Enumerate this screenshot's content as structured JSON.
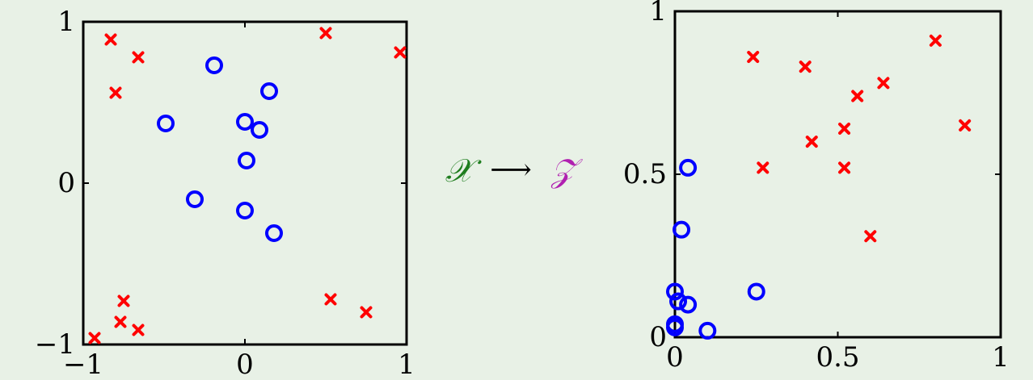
{
  "colors": {
    "background": "#e8f1e6",
    "circle_series": "#0000ff",
    "cross_series": "#ff0000",
    "x_label": "#1e7d1e",
    "z_label": "#b020b0"
  },
  "mapping": {
    "from_label": "𝒳",
    "arrow": "⟶",
    "to_label": "𝒵"
  },
  "chart_data": [
    {
      "type": "scatter",
      "title": "",
      "xlabel": "",
      "ylabel": "",
      "xlim": [
        -1,
        1
      ],
      "ylim": [
        -1,
        1
      ],
      "grid": false,
      "x_ticks": [
        -1,
        0,
        1
      ],
      "y_ticks": [
        -1,
        0,
        1
      ],
      "x_tick_labels": [
        "−1",
        "0",
        "1"
      ],
      "y_tick_labels": [
        "−1",
        "0",
        "1"
      ],
      "series": [
        {
          "marker": "circle",
          "color": "#0000ff",
          "points": [
            [
              -0.19,
              0.73
            ],
            [
              0.15,
              0.57
            ],
            [
              -0.49,
              0.37
            ],
            [
              0.0,
              0.38
            ],
            [
              0.09,
              0.33
            ],
            [
              0.01,
              0.14
            ],
            [
              -0.31,
              -0.1
            ],
            [
              0.0,
              -0.17
            ],
            [
              0.18,
              -0.31
            ]
          ]
        },
        {
          "marker": "cross",
          "color": "#ff0000",
          "points": [
            [
              -0.83,
              0.89
            ],
            [
              -0.66,
              0.78
            ],
            [
              -0.8,
              0.56
            ],
            [
              0.5,
              0.93
            ],
            [
              0.96,
              0.81
            ],
            [
              -0.75,
              -0.73
            ],
            [
              -0.77,
              -0.86
            ],
            [
              -0.66,
              -0.91
            ],
            [
              -0.93,
              -0.96
            ],
            [
              0.53,
              -0.72
            ],
            [
              0.75,
              -0.8
            ]
          ]
        }
      ]
    },
    {
      "type": "scatter",
      "title": "",
      "xlabel": "",
      "ylabel": "",
      "xlim": [
        0,
        1
      ],
      "ylim": [
        0,
        1
      ],
      "grid": false,
      "x_ticks": [
        0,
        0.5,
        1
      ],
      "y_ticks": [
        0,
        0.5,
        1
      ],
      "x_tick_labels": [
        "0",
        "0.5",
        "1"
      ],
      "y_tick_labels": [
        "0",
        "0.5",
        "1"
      ],
      "series": [
        {
          "marker": "circle",
          "color": "#0000ff",
          "points": [
            [
              0.04,
              0.52
            ],
            [
              0.02,
              0.33
            ],
            [
              0.25,
              0.14
            ],
            [
              0.0,
              0.14
            ],
            [
              0.01,
              0.11
            ],
            [
              0.04,
              0.1
            ],
            [
              0.0,
              0.04
            ],
            [
              0.0,
              0.03
            ],
            [
              0.1,
              0.02
            ]
          ]
        },
        {
          "marker": "cross",
          "color": "#ff0000",
          "points": [
            [
              0.8,
              0.91
            ],
            [
              0.24,
              0.86
            ],
            [
              0.4,
              0.83
            ],
            [
              0.64,
              0.78
            ],
            [
              0.56,
              0.74
            ],
            [
              0.52,
              0.64
            ],
            [
              0.89,
              0.65
            ],
            [
              0.42,
              0.6
            ],
            [
              0.27,
              0.52
            ],
            [
              0.52,
              0.52
            ],
            [
              0.6,
              0.31
            ]
          ]
        }
      ]
    }
  ]
}
